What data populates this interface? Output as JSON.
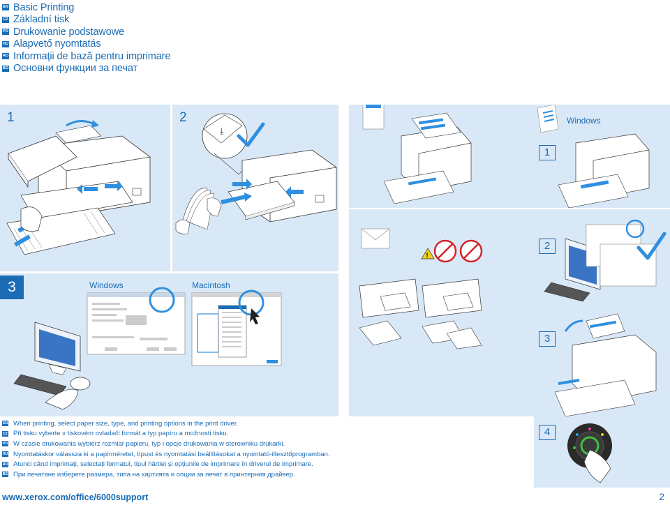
{
  "titles": [
    {
      "lang": "EN",
      "text": "Basic Printing"
    },
    {
      "lang": "CZ",
      "text": "Základní tisk"
    },
    {
      "lang": "PO",
      "text": "Drukowanie podstawowe"
    },
    {
      "lang": "HU",
      "text": "Alapvető nyomtatás"
    },
    {
      "lang": "RO",
      "text": "Informaţii de bază pentru imprimare"
    },
    {
      "lang": "BG",
      "text": "Основни функции за печат"
    }
  ],
  "steps": {
    "s1": "1",
    "s2": "2",
    "s3": "3",
    "r1": "1",
    "r2": "2",
    "r3": "3",
    "r4": "4"
  },
  "labels": {
    "windows_right": "Windows",
    "windows_mid": "Windows",
    "macintosh": "Macintosh"
  },
  "instructions": [
    {
      "lang": "EN",
      "text": "When printing, select paper size, type, and printing options in the print driver."
    },
    {
      "lang": "CZ",
      "text": "Při tisku vyberte v tiskovém ovladači formát a typ papíru a možnosti tisku."
    },
    {
      "lang": "PO",
      "text": "W czasie drukowania wybierz rozmiar papieru, typ i opcje drukowania w sterowniku drukarki."
    },
    {
      "lang": "HU",
      "text": "Nyomtatáskor válassza ki a papírméretet, típust és nyomtatási beállításokat a nyomtató-illesztőprogramban."
    },
    {
      "lang": "RO",
      "text": "Atunci când imprimaţi, selectaţi formatul, tipul hârtiei şi opţiunile de imprimare în driverul de imprimare."
    },
    {
      "lang": "BG",
      "text": "При печатане изберете размера, типа на хартията и опции за печат в принтерния драйвер."
    }
  ],
  "footer": {
    "url": "www.xerox.com/office/6000support",
    "page": "2"
  },
  "colors": {
    "brand": "#1b6cb5",
    "panel": "#d9e8f7",
    "accent_blue": "#2f8fe0",
    "warning": "#f4d21c",
    "prohibit": "#d2232a"
  }
}
